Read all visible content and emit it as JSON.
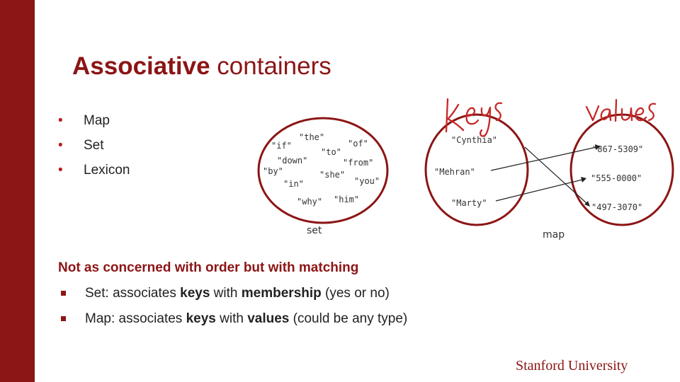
{
  "title": {
    "bold": "Associative",
    "rest": " containers"
  },
  "bullets": [
    "Map",
    "Set",
    "Lexicon"
  ],
  "subheading": "Not as concerned with order but with matching",
  "subitems": [
    {
      "pre": "Set: associates ",
      "k": "keys",
      "mid": " with ",
      "v": "membership",
      "post": " (yes or no)"
    },
    {
      "pre": "Map: associates ",
      "k": "keys",
      "mid": " with ",
      "v": "values",
      "post": " (could be any type)"
    }
  ],
  "set_diagram": {
    "words": [
      "\"the\"",
      "\"if\"",
      "\"of\"",
      "\"to\"",
      "\"down\"",
      "\"from\"",
      "\"by\"",
      "\"she\"",
      "\"you\"",
      "\"in\"",
      "\"why\"",
      "\"him\""
    ],
    "caption": "set"
  },
  "map_diagram": {
    "keys": [
      "\"Cynthia\"",
      "\"Mehran\"",
      "\"Marty\""
    ],
    "values": [
      "\"867-5309\"",
      "\"555-0000\"",
      "\"497-3070\""
    ],
    "caption": "map",
    "keys_label": "keys",
    "values_label": "values"
  },
  "logo": "Stanford University",
  "colors": {
    "cardinal": "#8c1515",
    "ink": "#c62828"
  }
}
